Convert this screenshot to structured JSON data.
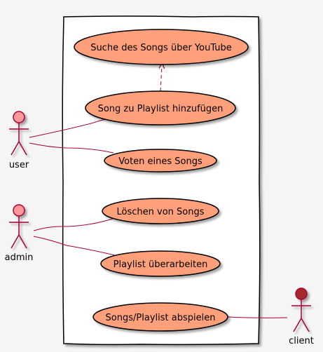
{
  "colors": {
    "background": "#f5f5f5",
    "usecase_fill": "#ffa07a",
    "usecase_stroke": "#000000",
    "boundary_fill": "#ffffff",
    "boundary_stroke": "#000000",
    "actor_fill": "#ff9999",
    "client_fill": "#a52a2a",
    "actor_stroke": "#a80036",
    "link_color": "#a80036"
  },
  "actors": {
    "user": {
      "label": "user"
    },
    "admin": {
      "label": "admin"
    },
    "client": {
      "label": "client"
    }
  },
  "usecases": {
    "youtube": {
      "label": "Suche des Songs über YouTube"
    },
    "add": {
      "label": "Song zu Playlist hinzufügen"
    },
    "vote": {
      "label": "Voten eines Songs"
    },
    "delete": {
      "label": "Löschen von Songs"
    },
    "edit": {
      "label": "Playlist überarbeiten"
    },
    "play": {
      "label": "Songs/Playlist abspielen"
    }
  },
  "relations": [
    {
      "from": "user",
      "to": "add",
      "type": "association"
    },
    {
      "from": "user",
      "to": "vote",
      "type": "association"
    },
    {
      "from": "admin",
      "to": "delete",
      "type": "association"
    },
    {
      "from": "admin",
      "to": "edit",
      "type": "association"
    },
    {
      "from": "play",
      "to": "client",
      "type": "association"
    },
    {
      "from": "add",
      "to": "youtube",
      "type": "dependency"
    }
  ]
}
